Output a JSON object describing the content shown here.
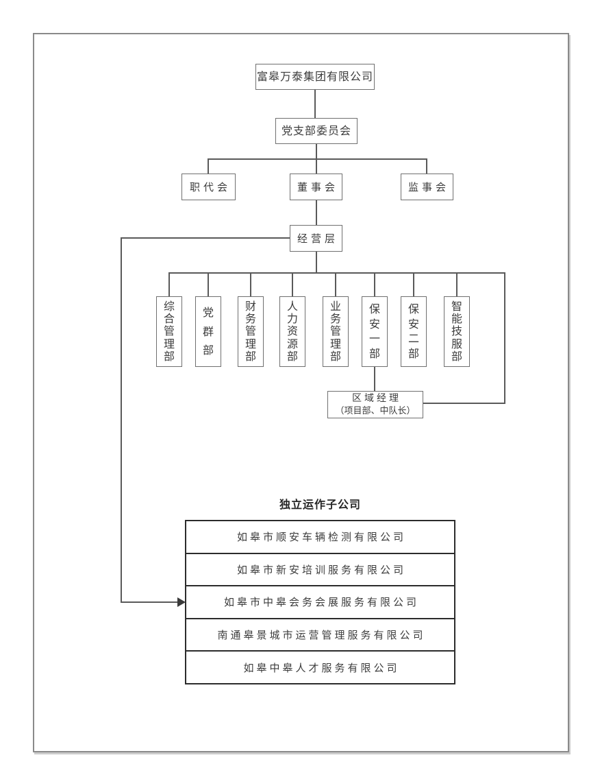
{
  "chart": {
    "root_label": "富皋万泰集团有限公司",
    "party_label": "党支部委员会",
    "governance": [
      "职代会",
      "董事会",
      "监事会"
    ],
    "management_label": "经营层",
    "departments": [
      "综合管理部",
      "党群部",
      "财务管理部",
      "人力资源部",
      "业务管理部",
      "保安一部",
      "保安二部",
      "智能技服部"
    ],
    "regional_manager": {
      "title": "区域经理",
      "subtitle": "（项目部、中队长）"
    },
    "subsidiaries": {
      "heading": "独立运作子公司",
      "companies": [
        "如皋市顺安车辆检测有限公司",
        "如皋市新安培训服务有限公司",
        "如皋市中皋会务会展服务有限公司",
        "南通皋景城市运营管理服务有限公司",
        "如皋中皋人才服务有限公司"
      ]
    }
  },
  "colors": {
    "connector": "#595959",
    "box_border": "#6f6f6f",
    "table_border": "#2b2b2b",
    "text": "#3c3c3c"
  }
}
